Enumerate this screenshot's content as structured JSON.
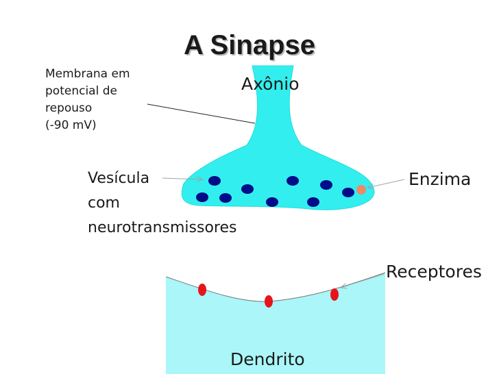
{
  "title": "A Sinapse",
  "labels": {
    "axonio": "Axônio",
    "membrana": [
      "Membrana em",
      "potencial de",
      "repouso",
      "(-90 mV)"
    ],
    "vesicula": [
      "Vesícula",
      "com",
      "neurotransmissores"
    ],
    "enzima": "Enzima",
    "receptores": "Receptores",
    "dendrito": "Dendrito"
  },
  "colors": {
    "cyan": "#33eeee",
    "dendrite_fill": "#aaf6f8",
    "vesicle": "#000d88",
    "enzyme": "#ee8866",
    "receptor": "#e8141c"
  }
}
